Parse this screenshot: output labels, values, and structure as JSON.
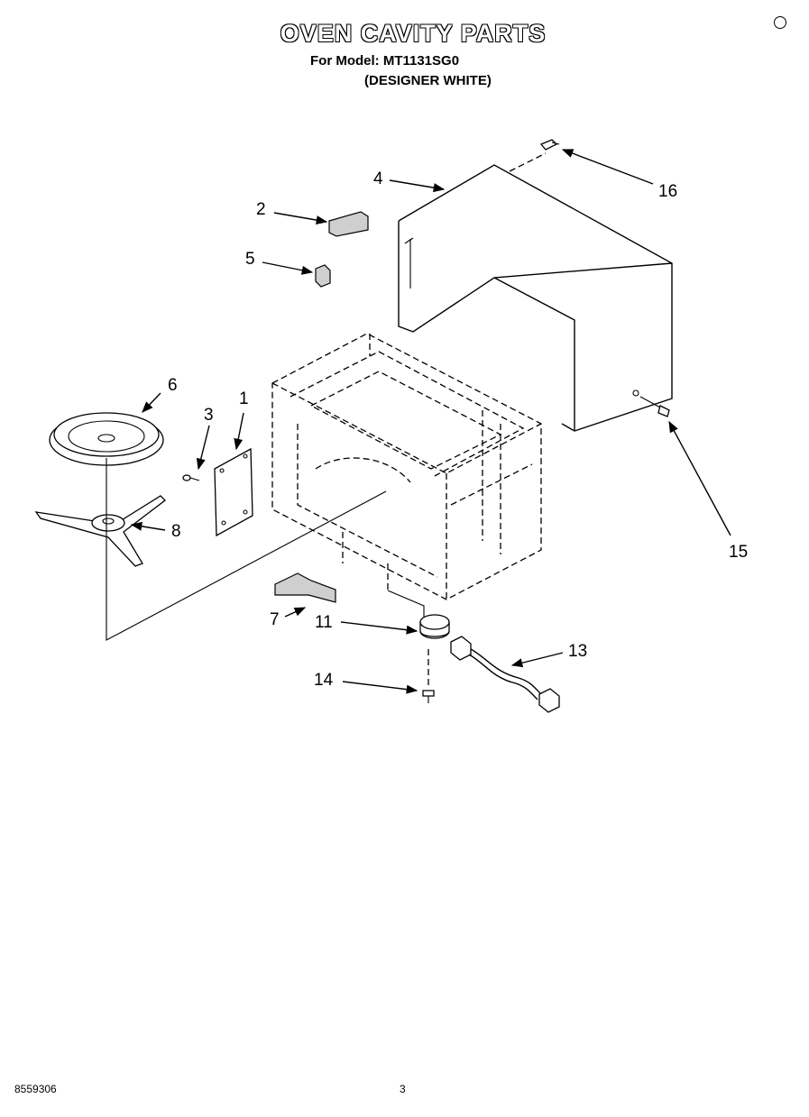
{
  "header": {
    "title": "OVEN CAVITY PARTS",
    "model_line": "For Model: MT1131SG0",
    "variant_line": "(DESIGNER WHITE)"
  },
  "callouts": {
    "p1": "1",
    "p2": "2",
    "p3": "3",
    "p4": "4",
    "p5": "5",
    "p6": "6",
    "p7": "7",
    "p8": "8",
    "p11": "11",
    "p13": "13",
    "p14": "14",
    "p15": "15",
    "p16": "16"
  },
  "footer": {
    "code": "8559306",
    "page": "3"
  }
}
